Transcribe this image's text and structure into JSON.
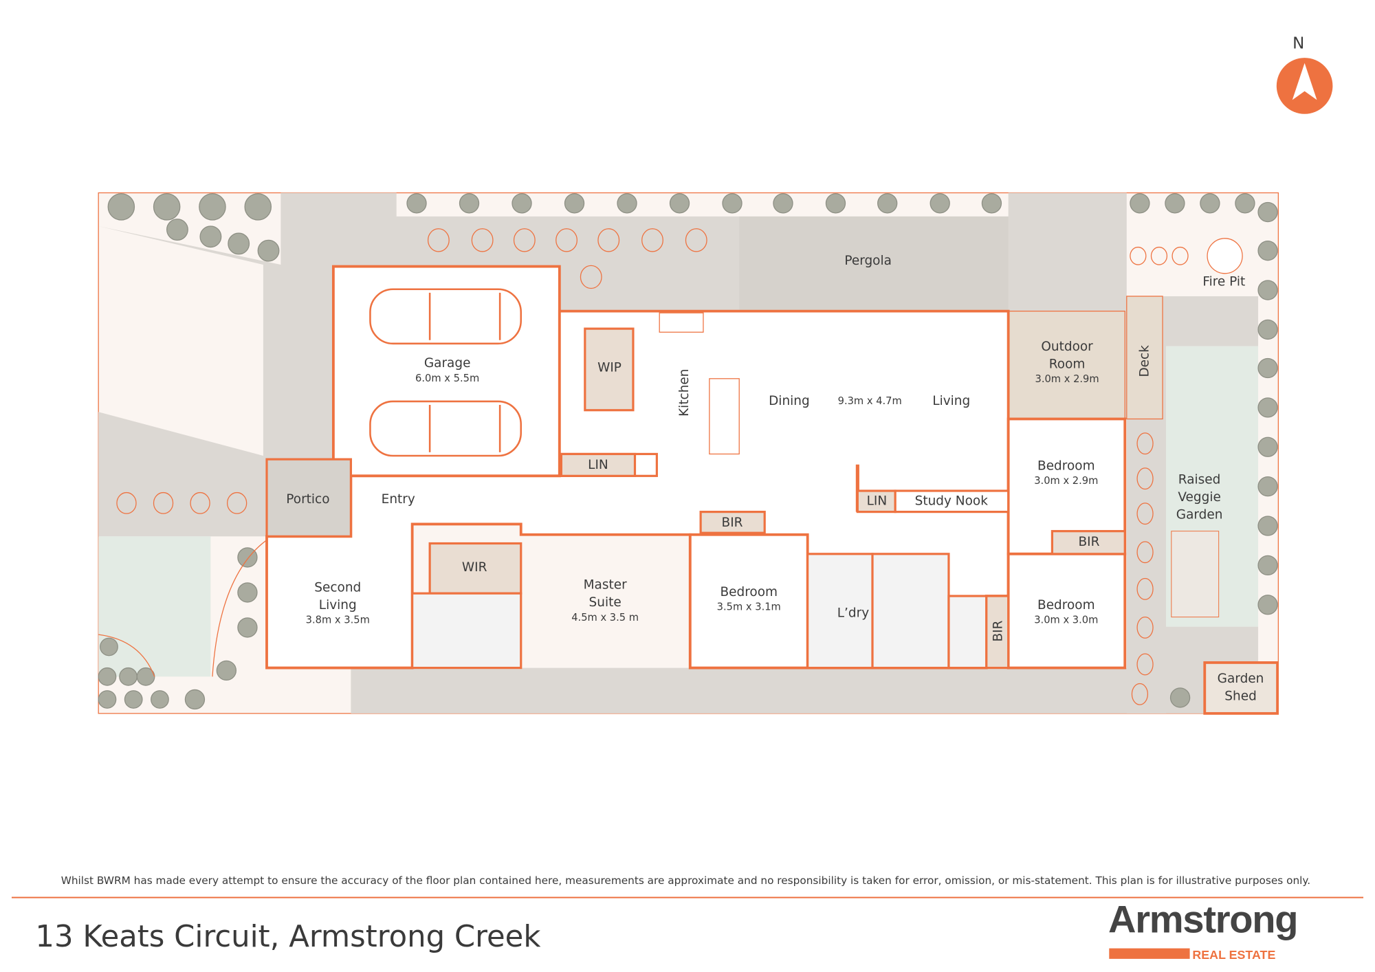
{
  "compass": {
    "label": "N"
  },
  "rooms": {
    "garage": {
      "name": "Garage",
      "size": "6.0m x 5.5m"
    },
    "wip": {
      "name": "WIP"
    },
    "kitchen": {
      "name": "Kitchen"
    },
    "dining": {
      "name": "Dining"
    },
    "living_size": {
      "size": "9.3m x 4.7m"
    },
    "living": {
      "name": "Living"
    },
    "pergola": {
      "name": "Pergola"
    },
    "outdoor_room": {
      "name1": "Outdoor",
      "name2": "Room",
      "size": "3.0m x 2.9m"
    },
    "deck": {
      "name": "Deck"
    },
    "fire_pit": {
      "name": "Fire Pit"
    },
    "lin_garage": {
      "name": "LIN"
    },
    "lin_study": {
      "name": "LIN"
    },
    "study_nook": {
      "name": "Study Nook"
    },
    "portico": {
      "name": "Portico"
    },
    "entry": {
      "name": "Entry"
    },
    "second_living": {
      "name1": "Second",
      "name2": "Living",
      "size": "3.8m x 3.5m"
    },
    "wir": {
      "name": "WIR"
    },
    "master_suite": {
      "name1": "Master",
      "name2": "Suite",
      "size": "4.5m x 3.5 m"
    },
    "bir_bed2": {
      "name": "BIR"
    },
    "bedroom2": {
      "name": "Bedroom",
      "size": "3.5m x 3.1m"
    },
    "laundry": {
      "name": "L’dry"
    },
    "bir_bed4": {
      "name": "BIR"
    },
    "bedroom3": {
      "name": "Bedroom",
      "size": "3.0m x 2.9m"
    },
    "bir_bed3": {
      "name": "BIR"
    },
    "bedroom4": {
      "name": "Bedroom",
      "size": "3.0m x 3.0m"
    },
    "veggie_garden": {
      "line1": "Raised",
      "line2": "Veggie",
      "line3": "Garden"
    },
    "garden_shed": {
      "line1": "Garden",
      "line2": "Shed"
    }
  },
  "footer": {
    "disclaimer": "Whilst BWRM  has made every attempt to ensure the accuracy of the floor plan contained here, measurements are approximate and no responsibility is taken for error, omission, or mis-statement. This plan is for illustrative purposes only.",
    "address": "13 Keats Circuit, Armstrong Creek",
    "logo_main": "Armstrong",
    "logo_sub": "REAL ESTATE"
  },
  "colors": {
    "accent": "#ee7240",
    "text": "#3a3a3a",
    "beige": "#e9ddd2",
    "ground": "#dcd8d3"
  }
}
